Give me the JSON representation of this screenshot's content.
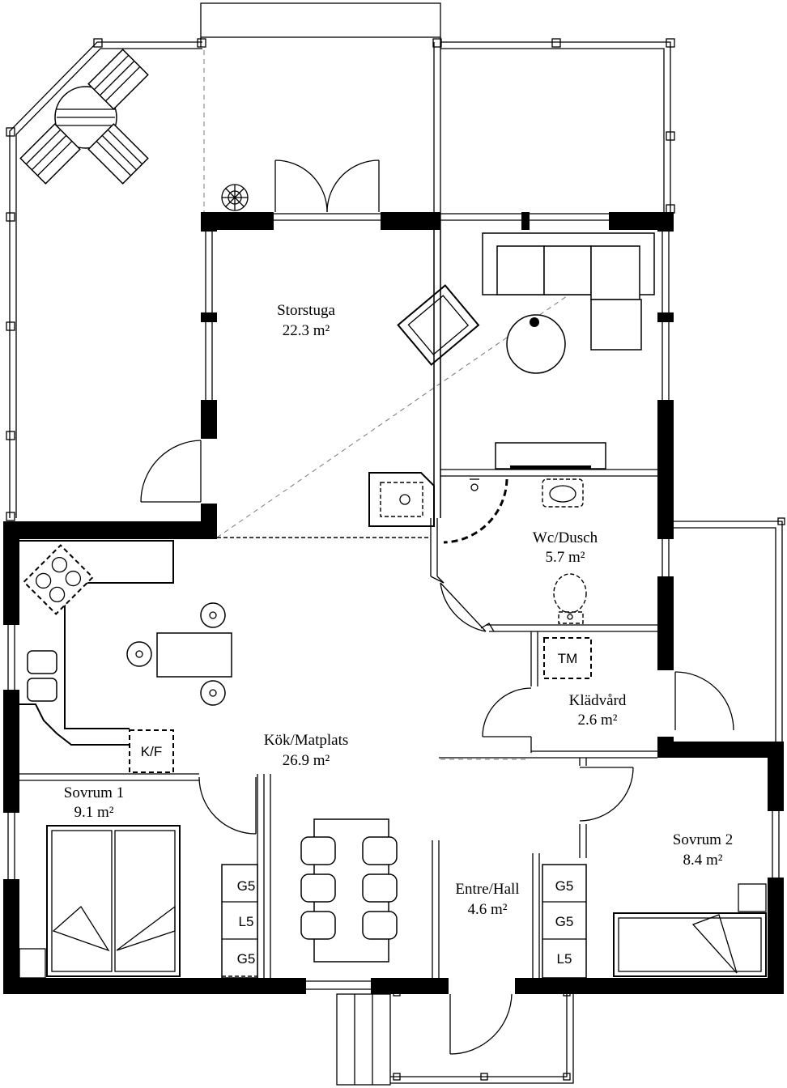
{
  "rooms": {
    "storstuga": {
      "name": "Storstuga",
      "area": "22.3 m²"
    },
    "wc": {
      "name": "Wc/Dusch",
      "area": "5.7 m²"
    },
    "kladvard": {
      "name": "Klädvård",
      "area": "2.6 m²"
    },
    "kok": {
      "name": "Kök/Matplats",
      "area": "26.9 m²"
    },
    "sovrum1": {
      "name": "Sovrum 1",
      "area": "9.1 m²"
    },
    "sovrum2": {
      "name": "Sovrum 2",
      "area": "8.4 m²"
    },
    "entre": {
      "name": "Entre/Hall",
      "area": "4.6 m²"
    }
  },
  "fixtures": {
    "kf": "K/F",
    "tm": "TM",
    "closet1": [
      "G5",
      "L5",
      "G5"
    ],
    "closet2": [
      "G5",
      "G5",
      "L5"
    ]
  }
}
